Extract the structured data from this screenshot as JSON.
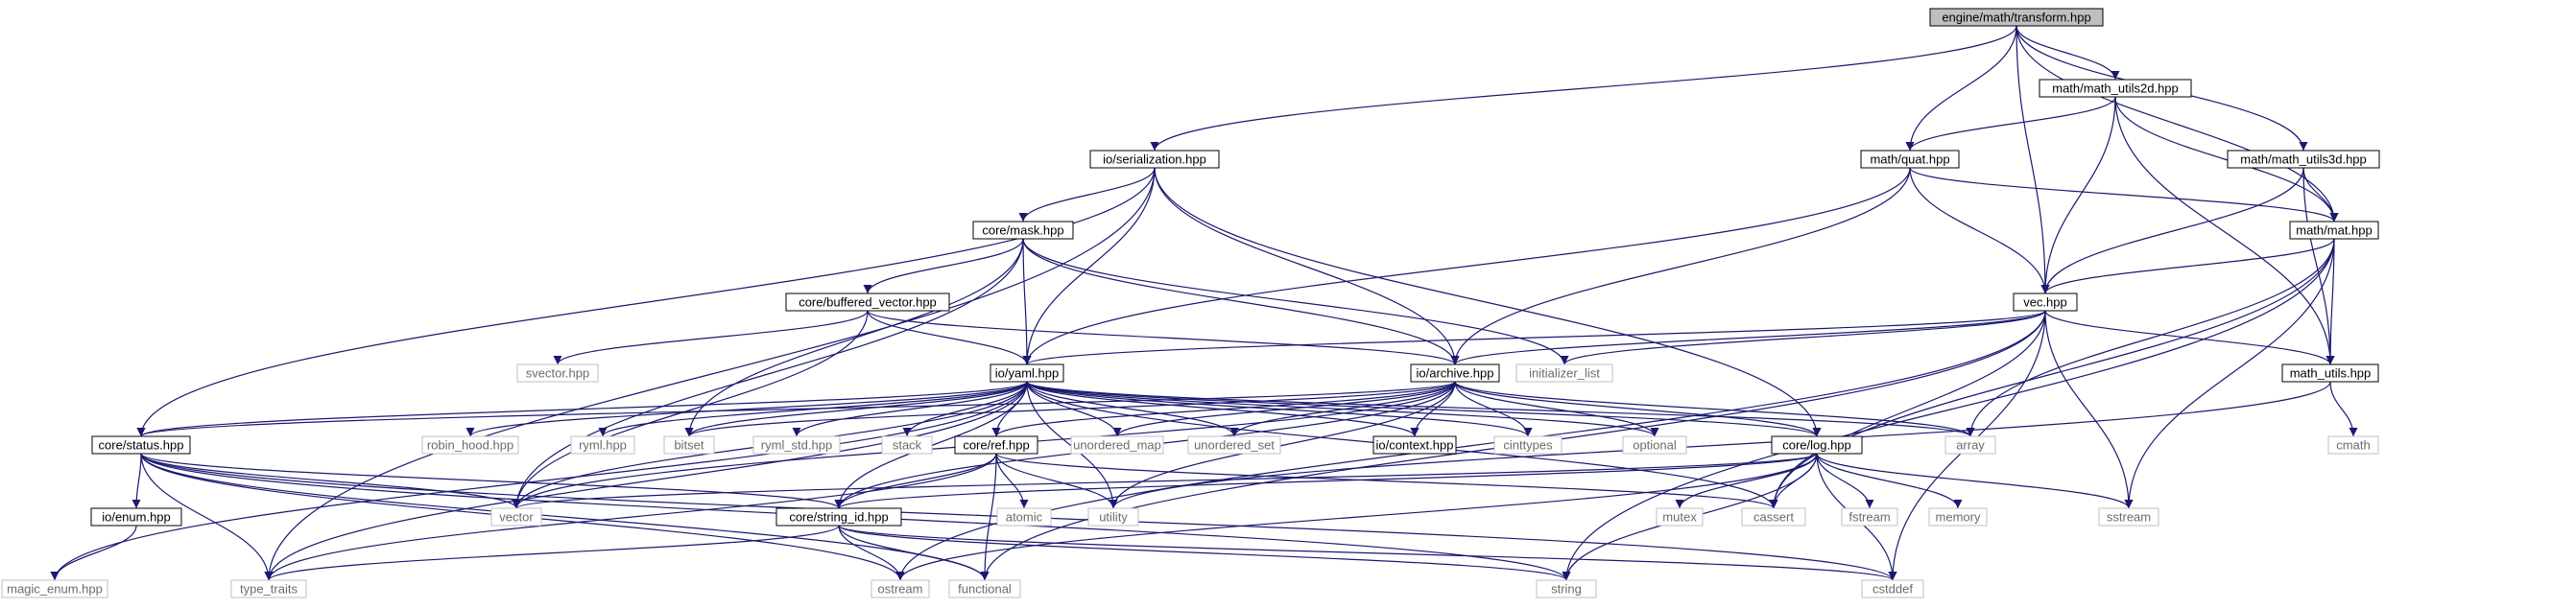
{
  "colors": {
    "root_fill": "#bfbfbf",
    "node_fill": "#ffffff",
    "internal_border": "#000000",
    "external_border": "#bfbfbf",
    "internal_text": "#000000",
    "external_text": "#6b6b6b",
    "edge": "#191970"
  },
  "nodes": {
    "root": {
      "label": "engine/math/transform.hpp",
      "kind": "root"
    },
    "mu2d": {
      "label": "math/math_utils2d.hpp",
      "kind": "internal"
    },
    "mu3d": {
      "label": "math/math_utils3d.hpp",
      "kind": "internal"
    },
    "ser": {
      "label": "io/serialization.hpp",
      "kind": "internal"
    },
    "quat": {
      "label": "math/quat.hpp",
      "kind": "internal"
    },
    "mat": {
      "label": "math/mat.hpp",
      "kind": "internal"
    },
    "mask": {
      "label": "core/mask.hpp",
      "kind": "internal"
    },
    "vec": {
      "label": "vec.hpp",
      "kind": "internal"
    },
    "bufvec": {
      "label": "core/buffered_vector.hpp",
      "kind": "internal"
    },
    "svector": {
      "label": "svector.hpp",
      "kind": "external"
    },
    "yaml": {
      "label": "io/yaml.hpp",
      "kind": "internal"
    },
    "archive": {
      "label": "io/archive.hpp",
      "kind": "internal"
    },
    "initlist": {
      "label": "initializer_list",
      "kind": "external"
    },
    "mathutils": {
      "label": "math_utils.hpp",
      "kind": "internal"
    },
    "status": {
      "label": "core/status.hpp",
      "kind": "internal"
    },
    "robin": {
      "label": "robin_hood.hpp",
      "kind": "external"
    },
    "ryml": {
      "label": "ryml.hpp",
      "kind": "external"
    },
    "bitset": {
      "label": "bitset",
      "kind": "external"
    },
    "rymlstd": {
      "label": "ryml_std.hpp",
      "kind": "external"
    },
    "stack": {
      "label": "stack",
      "kind": "external"
    },
    "ref": {
      "label": "core/ref.hpp",
      "kind": "internal"
    },
    "umap": {
      "label": "unordered_map",
      "kind": "external"
    },
    "uset": {
      "label": "unordered_set",
      "kind": "external"
    },
    "context": {
      "label": "io/context.hpp",
      "kind": "internal"
    },
    "cinttypes": {
      "label": "cinttypes",
      "kind": "external"
    },
    "optional": {
      "label": "optional",
      "kind": "external"
    },
    "log": {
      "label": "core/log.hpp",
      "kind": "internal"
    },
    "array": {
      "label": "array",
      "kind": "external"
    },
    "cmath": {
      "label": "cmath",
      "kind": "external"
    },
    "enum": {
      "label": "io/enum.hpp",
      "kind": "internal"
    },
    "vector": {
      "label": "vector",
      "kind": "external"
    },
    "stringid": {
      "label": "core/string_id.hpp",
      "kind": "internal"
    },
    "atomic": {
      "label": "atomic",
      "kind": "external"
    },
    "utility": {
      "label": "utility",
      "kind": "external"
    },
    "mutex": {
      "label": "mutex",
      "kind": "external"
    },
    "cassert": {
      "label": "cassert",
      "kind": "external"
    },
    "fstream": {
      "label": "fstream",
      "kind": "external"
    },
    "memory": {
      "label": "memory",
      "kind": "external"
    },
    "sstream": {
      "label": "sstream",
      "kind": "external"
    },
    "magicenum": {
      "label": "magic_enum.hpp",
      "kind": "external"
    },
    "typetraits": {
      "label": "type_traits",
      "kind": "external"
    },
    "ostream": {
      "label": "ostream",
      "kind": "external"
    },
    "functional": {
      "label": "functional",
      "kind": "external"
    },
    "string": {
      "label": "string",
      "kind": "external"
    },
    "cstddef": {
      "label": "cstddef",
      "kind": "external"
    }
  },
  "edges": [
    [
      "root",
      "mu2d"
    ],
    [
      "root",
      "mu3d"
    ],
    [
      "root",
      "ser"
    ],
    [
      "root",
      "quat"
    ],
    [
      "root",
      "mat"
    ],
    [
      "root",
      "vec"
    ],
    [
      "mu2d",
      "quat"
    ],
    [
      "mu2d",
      "mat"
    ],
    [
      "mu2d",
      "vec"
    ],
    [
      "mu2d",
      "mathutils"
    ],
    [
      "mu3d",
      "mat"
    ],
    [
      "mu3d",
      "vec"
    ],
    [
      "mu3d",
      "mathutils"
    ],
    [
      "ser",
      "mask"
    ],
    [
      "ser",
      "yaml"
    ],
    [
      "ser",
      "archive"
    ],
    [
      "ser",
      "status"
    ],
    [
      "ser",
      "log"
    ],
    [
      "ser",
      "typetraits"
    ],
    [
      "quat",
      "mat"
    ],
    [
      "quat",
      "vec"
    ],
    [
      "quat",
      "yaml"
    ],
    [
      "quat",
      "archive"
    ],
    [
      "mat",
      "vec"
    ],
    [
      "mat",
      "mathutils"
    ],
    [
      "mat",
      "array"
    ],
    [
      "mat",
      "cassert"
    ],
    [
      "mat",
      "sstream"
    ],
    [
      "mat",
      "string"
    ],
    [
      "vec",
      "yaml"
    ],
    [
      "vec",
      "archive"
    ],
    [
      "vec",
      "mathutils"
    ],
    [
      "vec",
      "initlist"
    ],
    [
      "vec",
      "sstream"
    ],
    [
      "vec",
      "cassert"
    ],
    [
      "vec",
      "cstddef"
    ],
    [
      "vec",
      "functional"
    ],
    [
      "vec",
      "ostream"
    ],
    [
      "mask",
      "bufvec"
    ],
    [
      "mask",
      "yaml"
    ],
    [
      "mask",
      "archive"
    ],
    [
      "mask",
      "initlist"
    ],
    [
      "mask",
      "bitset"
    ],
    [
      "mask",
      "vector"
    ],
    [
      "bufvec",
      "svector"
    ],
    [
      "bufvec",
      "yaml"
    ],
    [
      "bufvec",
      "archive"
    ],
    [
      "bufvec",
      "vector"
    ],
    [
      "yaml",
      "status"
    ],
    [
      "yaml",
      "robin"
    ],
    [
      "yaml",
      "ryml"
    ],
    [
      "yaml",
      "bitset"
    ],
    [
      "yaml",
      "rymlstd"
    ],
    [
      "yaml",
      "stack"
    ],
    [
      "yaml",
      "ref"
    ],
    [
      "yaml",
      "umap"
    ],
    [
      "yaml",
      "uset"
    ],
    [
      "yaml",
      "context"
    ],
    [
      "yaml",
      "cinttypes"
    ],
    [
      "yaml",
      "optional"
    ],
    [
      "yaml",
      "log"
    ],
    [
      "yaml",
      "array"
    ],
    [
      "yaml",
      "vector"
    ],
    [
      "yaml",
      "stringid"
    ],
    [
      "yaml",
      "utility"
    ],
    [
      "yaml",
      "cassert"
    ],
    [
      "yaml",
      "magicenum"
    ],
    [
      "yaml",
      "typetraits"
    ],
    [
      "archive",
      "status"
    ],
    [
      "archive",
      "ref"
    ],
    [
      "archive",
      "umap"
    ],
    [
      "archive",
      "uset"
    ],
    [
      "archive",
      "context"
    ],
    [
      "archive",
      "cinttypes"
    ],
    [
      "archive",
      "optional"
    ],
    [
      "archive",
      "log"
    ],
    [
      "archive",
      "array"
    ],
    [
      "archive",
      "bitset"
    ],
    [
      "archive",
      "vector"
    ],
    [
      "archive",
      "stringid"
    ],
    [
      "archive",
      "utility"
    ],
    [
      "mathutils",
      "cmath"
    ],
    [
      "mathutils",
      "utility"
    ],
    [
      "status",
      "enum"
    ],
    [
      "status",
      "stringid"
    ],
    [
      "status",
      "typetraits"
    ],
    [
      "status",
      "string"
    ],
    [
      "status",
      "ostream"
    ],
    [
      "status",
      "functional"
    ],
    [
      "status",
      "cstddef"
    ],
    [
      "status",
      "vector"
    ],
    [
      "ref",
      "stringid"
    ],
    [
      "ref",
      "atomic"
    ],
    [
      "ref",
      "utility"
    ],
    [
      "ref",
      "functional"
    ],
    [
      "ref",
      "typetraits"
    ],
    [
      "ref",
      "cassert"
    ],
    [
      "log",
      "vector"
    ],
    [
      "log",
      "stringid"
    ],
    [
      "log",
      "mutex"
    ],
    [
      "log",
      "cassert"
    ],
    [
      "log",
      "fstream"
    ],
    [
      "log",
      "memory"
    ],
    [
      "log",
      "sstream"
    ],
    [
      "log",
      "string"
    ],
    [
      "log",
      "cstddef"
    ],
    [
      "log",
      "ostream"
    ],
    [
      "enum",
      "magicenum"
    ],
    [
      "stringid",
      "string"
    ],
    [
      "stringid",
      "functional"
    ],
    [
      "stringid",
      "ostream"
    ],
    [
      "stringid",
      "typetraits"
    ],
    [
      "stringid",
      "cstddef"
    ]
  ]
}
